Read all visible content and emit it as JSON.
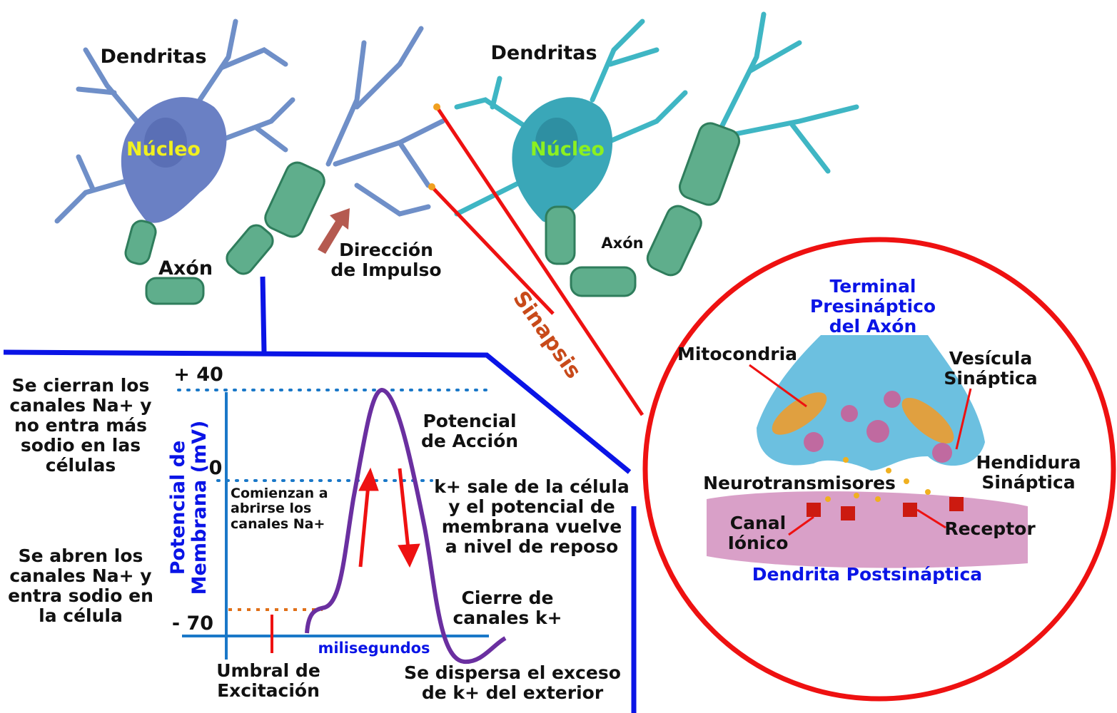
{
  "neuron_left": {
    "dendrites": "Dendritas",
    "nucleus": "Núcleo",
    "axon": "Axón"
  },
  "neuron_right": {
    "dendrites": "Dendritas",
    "nucleus": "Núcleo",
    "axon": "Axón"
  },
  "impulse_direction": "Dirección\nde Impulso",
  "synapse_label": "Sinapsis",
  "synapse_detail": {
    "title": "Terminal\nPresináptico\ndel Axón",
    "mitochondria": "Mitocondria",
    "vesicle": "Vesícula\nSináptica",
    "cleft": "Hendidura\nSináptica",
    "neurotransmitters": "Neurotransmisores",
    "ion_channel": "Canal\nIónico",
    "receptor": "Receptor",
    "postsynaptic": "Dendrita Postsináptica"
  },
  "graph": {
    "y_axis_label": "Potencial de\nMembrana (mV)",
    "x_axis_label": "milisegundos",
    "ticks": {
      "top": "+ 40",
      "zero": "0",
      "rest": "- 70"
    },
    "curve_label": "Potencial\nde Acción",
    "na_open": "Comienzan a\nabrirse los\ncanales Na+",
    "k_out": "k+ sale de la célula\ny el potencial de\nmembrana vuelve\na nivel de reposo",
    "k_close": "Cierre de\ncanales k+",
    "threshold": "Umbral de\nExcitación",
    "dispersal": "Se dispersa el exceso\nde k+ del exterior"
  },
  "side_notes": {
    "close_na": "Se cierran los\ncanales Na+ y\nno entra más\nsodio en las\ncélulas",
    "open_na": "Se abren los\ncanales Na+ y\nentra sodio en\nla célula"
  },
  "colors": {
    "blue": "#0a14e6",
    "red": "#ee1111",
    "purple": "#6a2fa0",
    "graph_axis": "#1a78c8"
  }
}
